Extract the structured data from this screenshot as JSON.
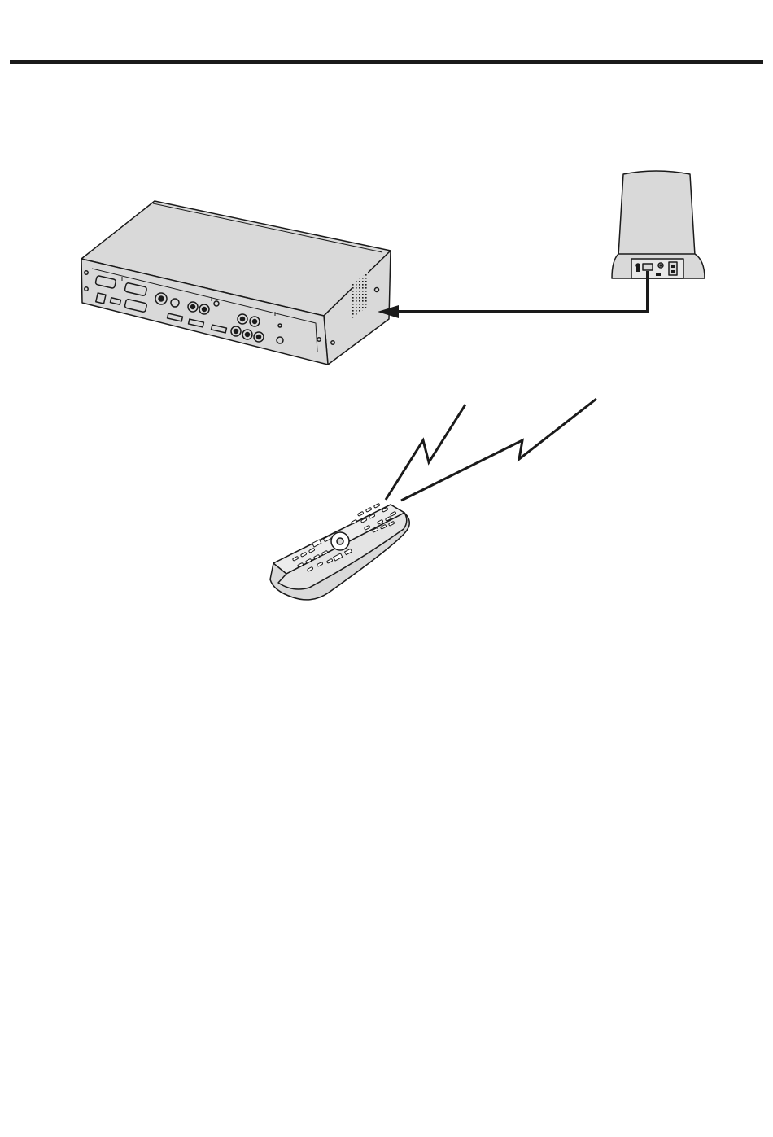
{
  "page": {
    "background": "#ffffff",
    "ink": "#1a1a1a",
    "device_fill": "#d9d9d9"
  },
  "diagram": {
    "components": [
      {
        "name": "main-unit",
        "icon": "codec-unit-rear-view-icon"
      },
      {
        "name": "camera",
        "icon": "ptz-camera-icon"
      },
      {
        "name": "remote-control",
        "icon": "remote-control-icon"
      }
    ],
    "connections": [
      {
        "from": "camera",
        "to": "main-unit",
        "kind": "cable-arrow"
      },
      {
        "from": "remote-control",
        "to": "main-unit",
        "kind": "wireless-zigzag"
      },
      {
        "from": "remote-control",
        "to": "camera",
        "kind": "wireless-zigzag"
      }
    ]
  }
}
